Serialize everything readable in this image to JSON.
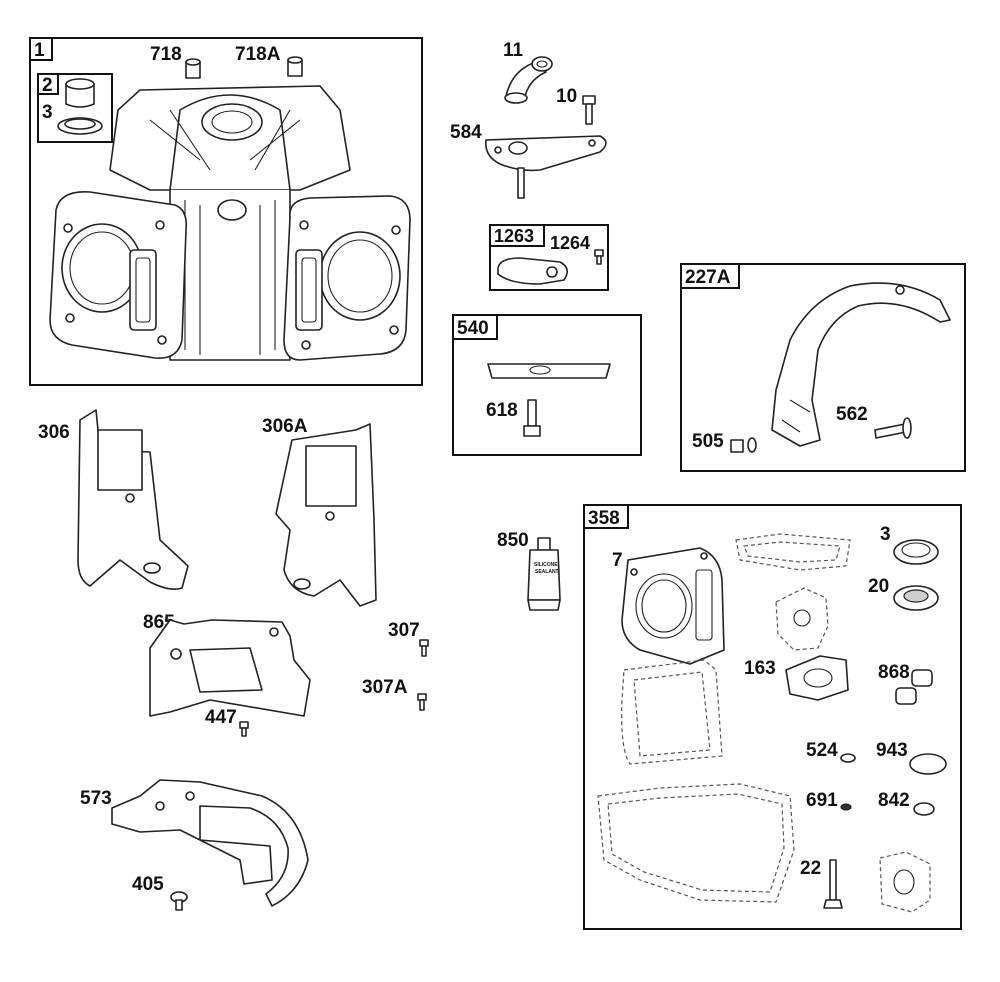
{
  "groups": {
    "g1": {
      "tag": "1",
      "parts": {
        "p2": "2",
        "p3": "3",
        "p718": "718",
        "p718a": "718A"
      }
    },
    "g1263": {
      "tag": "1263",
      "parts": {
        "p1264": "1264"
      }
    },
    "g540": {
      "tag": "540",
      "parts": {
        "p618": "618"
      }
    },
    "g227a": {
      "tag": "227A",
      "parts": {
        "p505": "505",
        "p562": "562"
      }
    },
    "g358": {
      "tag": "358",
      "parts": {
        "p7": "7",
        "p3": "3",
        "p20": "20",
        "p163": "163",
        "p868": "868",
        "p524": "524",
        "p943": "943",
        "p691": "691",
        "p842": "842",
        "p22": "22"
      }
    }
  },
  "loose_parts": {
    "p11": "11",
    "p10": "10",
    "p584": "584",
    "p306": "306",
    "p306a": "306A",
    "p850": "850",
    "p865": "865",
    "p307": "307",
    "p307a": "307A",
    "p447": "447",
    "p573": "573",
    "p405": "405"
  },
  "tube_label": {
    "line1": "SILICONE",
    "line2": "SEALANT"
  }
}
